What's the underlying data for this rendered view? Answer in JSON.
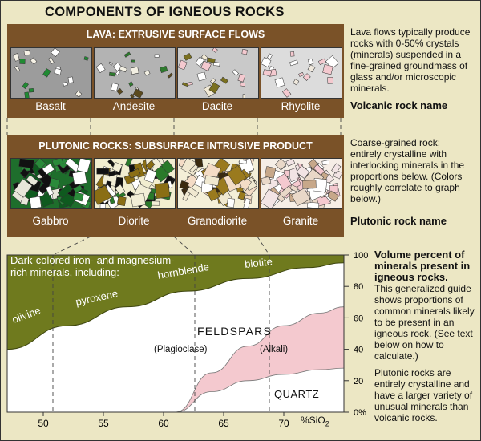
{
  "title": "COMPONENTS OF IGNEOUS ROCKS",
  "lava": {
    "band_title": "LAVA: EXTRUSIVE SURFACE FLOWS",
    "rocks": [
      "Basalt",
      "Andesite",
      "Dacite",
      "Rhyolite"
    ],
    "description": "Lava flows typically produce rocks with 0-50% crystals (minerals) suspended in a fine-grained groundmass of glass and/or microscopic minerals.",
    "side_label": "Volcanic rock name"
  },
  "plutonic": {
    "band_title": "PLUTONIC ROCKS:  SUBSURFACE INTRUSIVE PRODUCT",
    "rocks": [
      "Gabbro",
      "Diorite",
      "Granodiorite",
      "Granite"
    ],
    "description": "Coarse-grained rock; entirely crystalline with interlocking minerals in the proportions below. (Colors roughly correlate to graph below.)",
    "side_label": "Plutonic rock name"
  },
  "graph": {
    "dark_minerals_text": "Dark-colored iron- and magnesium-rich minerals, including:",
    "mineral_labels": [
      "olivine",
      "pyroxene",
      "hornblende",
      "biotite"
    ],
    "feldspars": "FELDSPARS",
    "plagioclase": "(Plagioclase)",
    "alkali": "(Alkali)",
    "quartz": "QUARTZ",
    "y_ticks": [
      "100",
      "80",
      "60",
      "40",
      "20",
      "0%"
    ],
    "x_ticks": [
      "50",
      "55",
      "60",
      "65",
      "70"
    ],
    "x_unit": "%SiO",
    "x_unit_sub": "2",
    "y_label": "Volume percent of minerals present in igneous rocks.",
    "guide_text": "This generalized guide shows proportions of common minerals likely to be present in an igneous rock. (See text below on how to calculate.)",
    "plutonic_note": "Plutonic rocks are entirely crystalline and have a larger variety of unusual minerals than volcanic rocks."
  },
  "colors": {
    "panel_brown": "#7a5228",
    "background": "#ece7c4",
    "dark_minerals": "#6f7a1e",
    "plagioclase": "#ffffff",
    "alkali_feldspar": "#f4c9cf",
    "quartz": "#ffffff",
    "groundmass_basalt": "#9c9c9c",
    "groundmass_andesite": "#b3b3b3",
    "groundmass_dacite": "#c9c9c9",
    "groundmass_rhyolite": "#dcdcdc"
  },
  "chart_data": {
    "type": "area",
    "xlabel": "%SiO2",
    "ylabel": "Volume percent of minerals present in igneous rocks.",
    "xlim": [
      47,
      75
    ],
    "ylim": [
      0,
      100
    ],
    "x_ticks": [
      50,
      55,
      60,
      65,
      70
    ],
    "y_ticks": [
      0,
      20,
      40,
      60,
      80,
      100
    ],
    "series": [
      {
        "name": "Dark-colored iron- and magnesium-rich minerals",
        "boundary_x": [
          47,
          52,
          57,
          62,
          67,
          72,
          75
        ],
        "boundary_y": [
          40,
          55,
          67,
          77,
          85,
          92,
          95
        ]
      },
      {
        "name": "FELDSPARS",
        "boundary_x": [
          61,
          64,
          67,
          70,
          73,
          75
        ],
        "boundary_y": [
          0,
          25,
          42,
          55,
          63,
          67
        ]
      },
      {
        "name": "QUARTZ",
        "boundary_x": [
          61,
          64,
          67,
          70,
          73,
          75
        ],
        "boundary_y": [
          0,
          13,
          20,
          24,
          27,
          28
        ]
      }
    ]
  }
}
